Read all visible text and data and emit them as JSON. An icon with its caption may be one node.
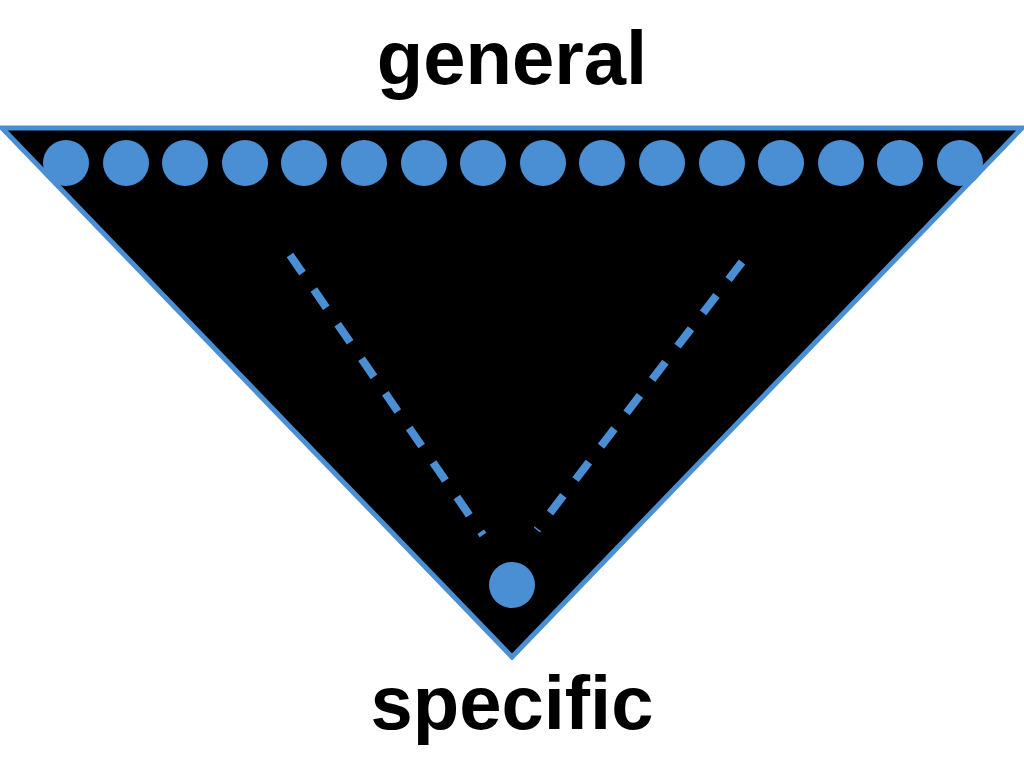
{
  "diagram": {
    "nodes": [
      {
        "text": [],
        "shape": "triangle"
      },
      {
        "text": [],
        "shape": "circle",
        "in": 0
      },
      {
        "text": [],
        "shape": "circle",
        "in": 0
      },
      {
        "text": [],
        "shape": "circle",
        "in": 0
      },
      {
        "text": [],
        "shape": "circle",
        "in": 0
      },
      {
        "text": [],
        "shape": "circle",
        "in": 0
      },
      {
        "text": [],
        "shape": "circle",
        "in": 0
      },
      {
        "text": [],
        "shape": "circle",
        "in": 0
      },
      {
        "text": [],
        "shape": "circle",
        "in": 0
      },
      {
        "text": [],
        "shape": "circle",
        "in": 0
      },
      {
        "text": [],
        "shape": "circle",
        "in": 0
      },
      {
        "text": [],
        "shape": "circle",
        "in": 0
      },
      {
        "text": [],
        "shape": "circle",
        "in": 0
      },
      {
        "text": [],
        "shape": "circle",
        "in": 0
      },
      {
        "text": [],
        "shape": "circle",
        "in": 0
      },
      {
        "text": [],
        "shape": "circle",
        "in": 0
      },
      {
        "text": [],
        "shape": "circle",
        "in": 0
      },
      {
        "text": [],
        "shape": "circle",
        "in": 0
      }
    ],
    "labels": [
      "general",
      "specific"
    ]
  }
}
